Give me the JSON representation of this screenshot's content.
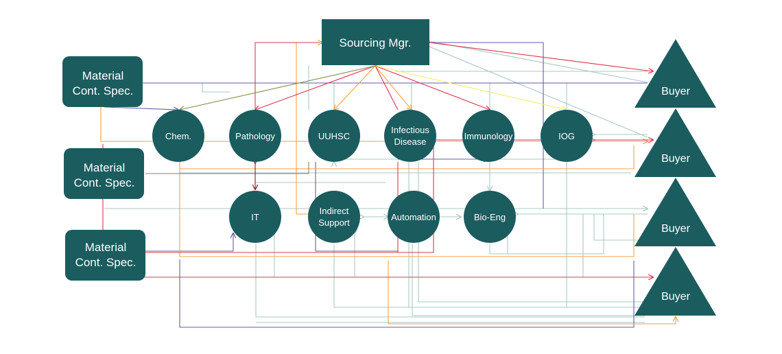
{
  "colors": {
    "node_fill": "#1b5c5f",
    "node_text": "#ffffff",
    "edge_red": "#e0344f",
    "edge_orange": "#f5a142",
    "edge_purple": "#6a5aa8",
    "edge_teal": "#a9c8c2",
    "edge_olive": "#7f8f4a",
    "edge_yellow": "#f2ee6a",
    "edge_darkred": "#8c1c1c"
  },
  "nodes": {
    "sourcing_mgr": {
      "label": "Sourcing Mgr."
    },
    "mcs1": {
      "line1": "Material",
      "line2": "Cont. Spec."
    },
    "mcs2": {
      "line1": "Material",
      "line2": "Cont. Spec."
    },
    "mcs3": {
      "line1": "Material",
      "line2": "Cont. Spec."
    },
    "chem": {
      "label": "Chem."
    },
    "pathology": {
      "label": "Pathology"
    },
    "uuhsc": {
      "label": "UUHSC"
    },
    "infectious": {
      "line1": "Infectious",
      "line2": "Disease"
    },
    "immunology": {
      "label": "Immunology"
    },
    "iog": {
      "label": "IOG"
    },
    "it": {
      "label": "IT"
    },
    "indirect": {
      "line1": "Indirect",
      "line2": "Support"
    },
    "automation": {
      "label": "Automation"
    },
    "bioeng": {
      "label": "Bio-Eng"
    },
    "buyer1": {
      "label": "Buyer"
    },
    "buyer2": {
      "label": "Buyer"
    },
    "buyer3": {
      "label": "Buyer"
    },
    "buyer4": {
      "label": "Buyer"
    }
  }
}
